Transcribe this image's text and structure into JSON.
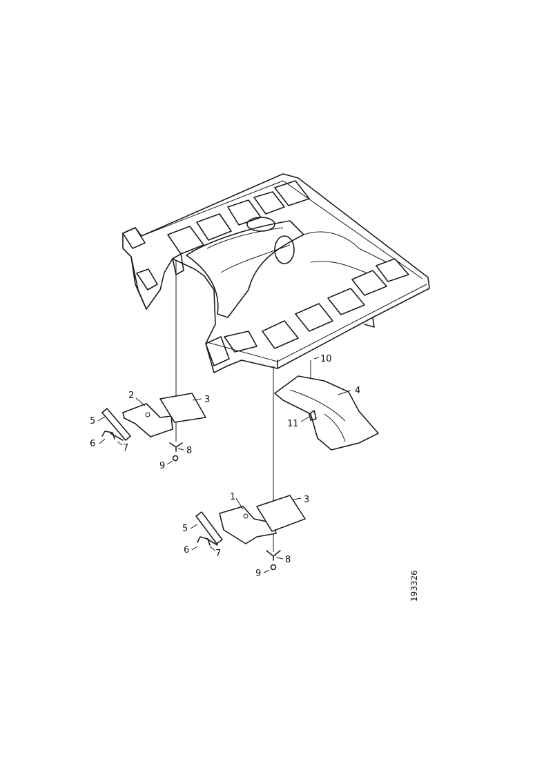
{
  "callouts": {
    "c1": "1",
    "c2": "2",
    "c3a": "3",
    "c3b": "3",
    "c4": "4",
    "c5a": "5",
    "c5b": "5",
    "c6a": "6",
    "c6b": "6",
    "c7a": "7",
    "c7b": "7",
    "c8a": "8",
    "c8b": "8",
    "c9a": "9",
    "c9b": "9",
    "c10": "10",
    "c11": "11"
  },
  "reference_number": "193326"
}
